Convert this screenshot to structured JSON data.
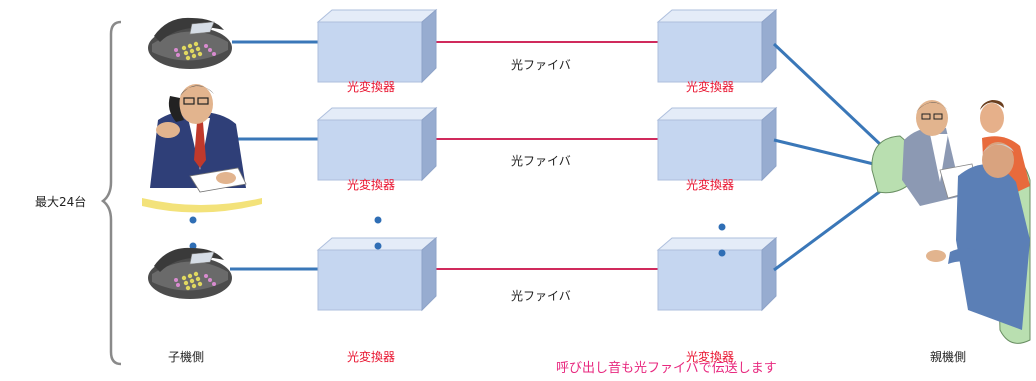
{
  "colors": {
    "link_line": "#3a77b8",
    "fiber_line": "#d02a5c",
    "converter_face": "#c5d6f0",
    "converter_top": "#e4ecf8",
    "converter_side": "#97acd0",
    "dot": "#2f6eb5",
    "label_red": "#e8112d",
    "caption_pink": "#e8287f"
  },
  "diagram": {
    "max_count_label": "最大24台",
    "child_side_label": "子機側",
    "parent_side_label": "親機側",
    "converter_labels": [
      "光変換器",
      "光変換器",
      "光変換器",
      "光変換器",
      "光変換器",
      "光変換器"
    ],
    "fiber_labels": [
      "光ファイバ",
      "光ファイバ",
      "光ファイバ"
    ],
    "caption": "呼び出し音も光ファイバで伝送します",
    "icons": [
      "desk-phone-icon",
      "businessman-on-phone-icon",
      "desk-phone-icon",
      "meeting-group-icon"
    ]
  }
}
